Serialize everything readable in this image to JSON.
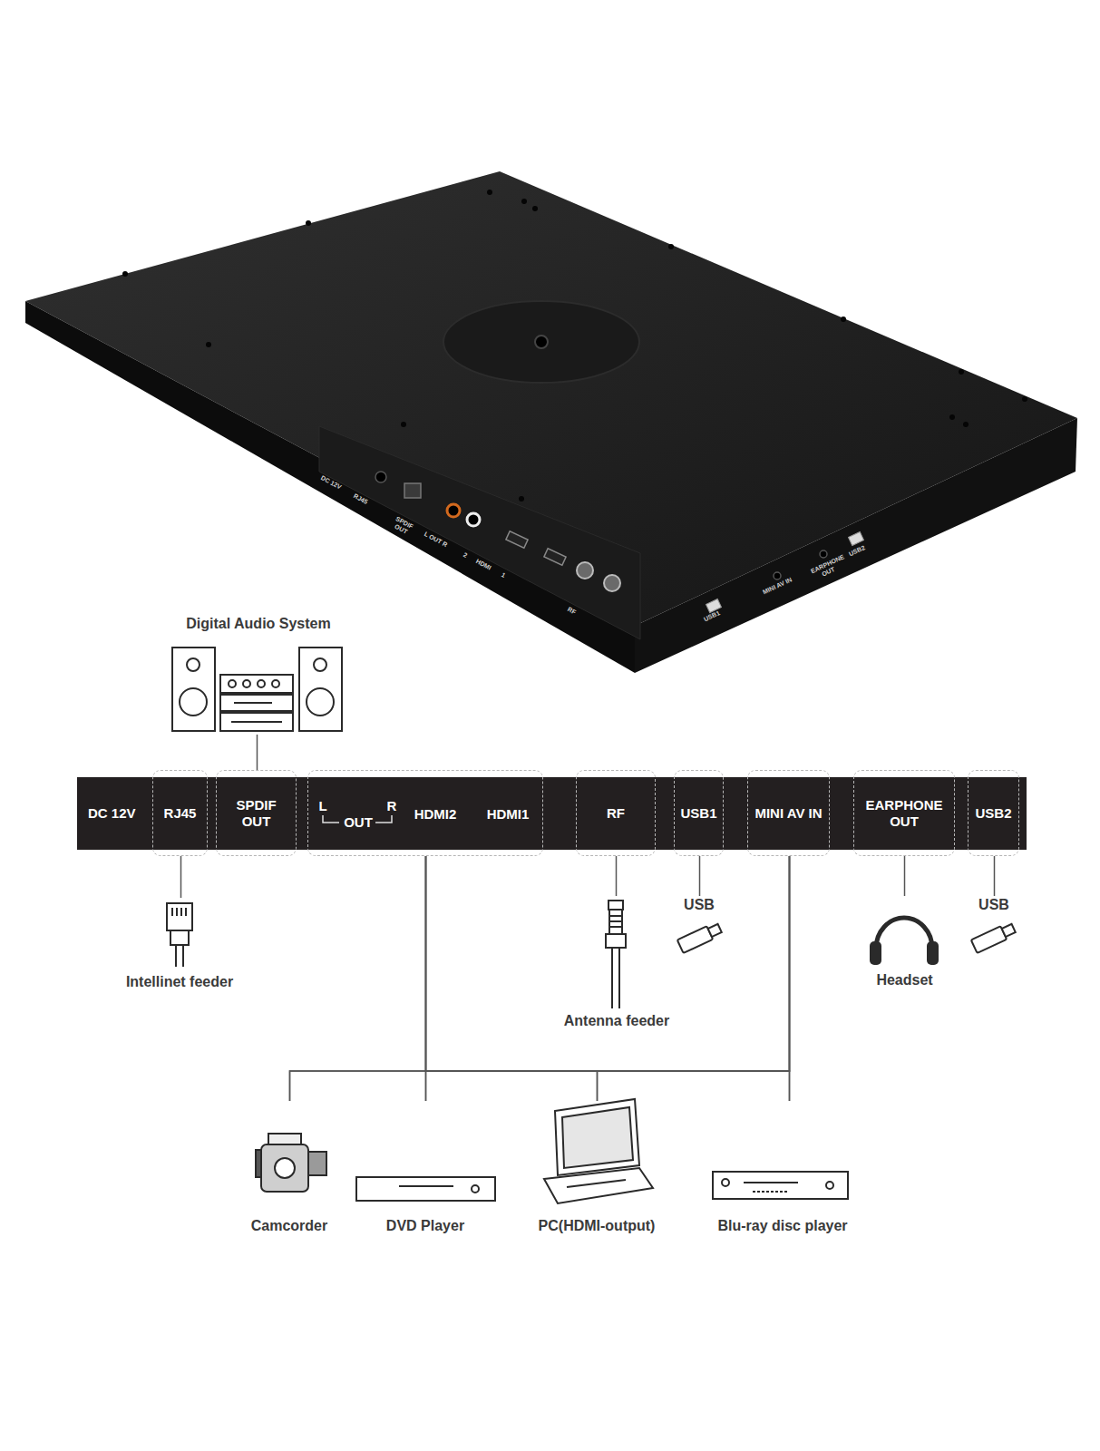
{
  "diagram": {
    "nodes": [
      {
        "text": [
          "Digital Audio System"
        ]
      },
      {
        "text": [
          "DC 12V"
        ]
      },
      {
        "text": [
          "RJ45"
        ],
        "in": 1
      },
      {
        "text": [
          "SPDIF OUT"
        ],
        "in": 1
      },
      {
        "text": [
          "L",
          "OUT",
          "R",
          "HDMI2",
          "HDMI1"
        ],
        "in": 1
      },
      {
        "text": [
          "RF"
        ],
        "in": 1
      },
      {
        "text": [
          "USB1"
        ],
        "in": 1
      },
      {
        "text": [
          "MINI AV IN"
        ],
        "in": 1
      },
      {
        "text": [
          "EARPHONE OUT"
        ],
        "in": 1
      },
      {
        "text": [
          "USB2"
        ],
        "in": 1
      },
      {
        "text": [
          "Intellinet feeder"
        ]
      },
      {
        "text": [
          "Antenna feeder"
        ]
      },
      {
        "text": [
          "USB"
        ]
      },
      {
        "text": [
          "Headset"
        ]
      },
      {
        "text": [
          "USB"
        ]
      },
      {
        "text": [
          "Camcorder"
        ]
      },
      {
        "text": [
          "DVD Player"
        ]
      },
      {
        "text": [
          "PC(HDMI-output)"
        ]
      },
      {
        "text": [
          "Blu-ray disc player"
        ]
      }
    ],
    "edges": [
      {
        "from": 3,
        "to": 0,
        "arrow": "none"
      },
      {
        "from": 2,
        "to": 10,
        "arrow": "none"
      },
      {
        "from": 5,
        "to": 11,
        "arrow": "none"
      },
      {
        "from": 6,
        "to": 12,
        "arrow": "none"
      },
      {
        "from": 8,
        "to": 13,
        "arrow": "none"
      },
      {
        "from": 9,
        "to": 14,
        "arrow": "none"
      },
      {
        "from": 4,
        "to": 15,
        "arrow": "none"
      },
      {
        "from": 4,
        "to": 16,
        "arrow": "none"
      },
      {
        "from": 4,
        "to": 17,
        "arrow": "none"
      },
      {
        "from": 4,
        "to": 18,
        "arrow": "none"
      },
      {
        "from": 7,
        "to": 15,
        "arrow": "none"
      },
      {
        "from": 7,
        "to": 16,
        "arrow": "none"
      },
      {
        "from": 7,
        "to": 17,
        "arrow": "none"
      },
      {
        "from": 7,
        "to": 18,
        "arrow": "none"
      }
    ],
    "labels": [
      "DC 12V",
      "RJ45",
      "SPDIF OUT",
      "L OUT R",
      "2",
      "HDMI",
      "1",
      "RF",
      "USB1",
      "MINI AV IN",
      "EARPHONE OUT",
      "USB2"
    ]
  }
}
